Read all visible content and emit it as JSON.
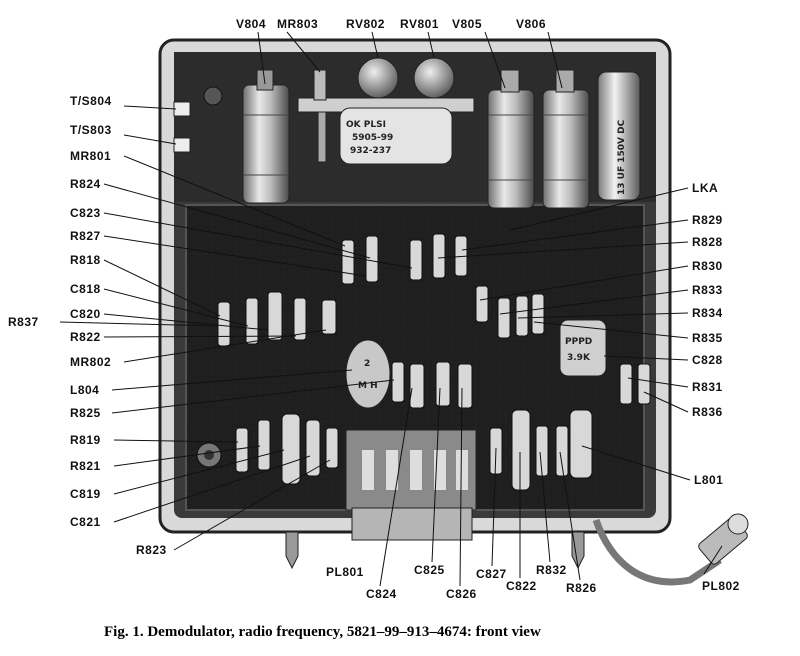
{
  "caption": "Fig. 1.   Demodulator, radio frequency, 5821–99–913–4674: front view",
  "markings": {
    "mr803_body": [
      "OK PLSI",
      "5905-99",
      "932-237"
    ],
    "cap_top_right": "13 UF 150V DC",
    "l804_text": [
      "2",
      "M H"
    ],
    "c828_text": [
      "PPPD",
      "3.9K"
    ]
  },
  "labels": [
    {
      "id": "V804",
      "text": "V804"
    },
    {
      "id": "MR803",
      "text": "MR803"
    },
    {
      "id": "RV802",
      "text": "RV802"
    },
    {
      "id": "RV801",
      "text": "RV801"
    },
    {
      "id": "V805",
      "text": "V805"
    },
    {
      "id": "V806",
      "text": "V806"
    },
    {
      "id": "TS804",
      "text": "T/S804"
    },
    {
      "id": "TS803",
      "text": "T/S803"
    },
    {
      "id": "MR801",
      "text": "MR801"
    },
    {
      "id": "R824",
      "text": "R824"
    },
    {
      "id": "C823",
      "text": "C823"
    },
    {
      "id": "R827",
      "text": "R827"
    },
    {
      "id": "R818",
      "text": "R818"
    },
    {
      "id": "C818",
      "text": "C818"
    },
    {
      "id": "C820",
      "text": "C820"
    },
    {
      "id": "R837",
      "text": "R837"
    },
    {
      "id": "R822",
      "text": "R822"
    },
    {
      "id": "MR802",
      "text": "MR802"
    },
    {
      "id": "L804",
      "text": "L804"
    },
    {
      "id": "R825",
      "text": "R825"
    },
    {
      "id": "R819",
      "text": "R819"
    },
    {
      "id": "R821",
      "text": "R821"
    },
    {
      "id": "C819",
      "text": "C819"
    },
    {
      "id": "C821",
      "text": "C821"
    },
    {
      "id": "R823",
      "text": "R823"
    },
    {
      "id": "PL801",
      "text": "PL801"
    },
    {
      "id": "C824",
      "text": "C824"
    },
    {
      "id": "C825",
      "text": "C825"
    },
    {
      "id": "C826",
      "text": "C826"
    },
    {
      "id": "C827",
      "text": "C827"
    },
    {
      "id": "C822",
      "text": "C822"
    },
    {
      "id": "R832",
      "text": "R832"
    },
    {
      "id": "R826",
      "text": "R826"
    },
    {
      "id": "PL802",
      "text": "PL802"
    },
    {
      "id": "LKA",
      "text": "LKA"
    },
    {
      "id": "R829",
      "text": "R829"
    },
    {
      "id": "R828",
      "text": "R828"
    },
    {
      "id": "R830",
      "text": "R830"
    },
    {
      "id": "R833",
      "text": "R833"
    },
    {
      "id": "R834",
      "text": "R834"
    },
    {
      "id": "R835",
      "text": "R835"
    },
    {
      "id": "C828",
      "text": "C828"
    },
    {
      "id": "R831",
      "text": "R831"
    },
    {
      "id": "R836",
      "text": "R836"
    },
    {
      "id": "L801",
      "text": "L801"
    }
  ]
}
